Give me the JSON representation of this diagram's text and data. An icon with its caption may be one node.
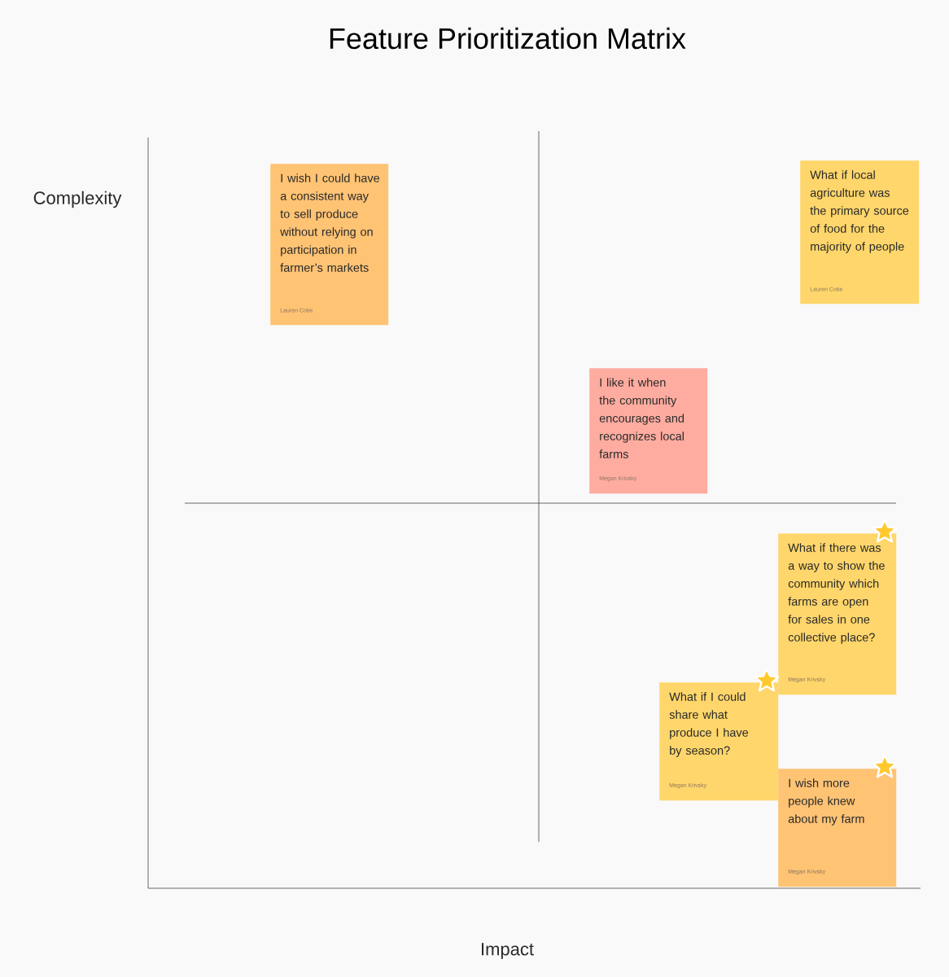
{
  "diagram": {
    "title": "Feature Prioritization Matrix",
    "nodes": [
      {
        "text": [
          "I wish I could have a consistent way to sell produce without relying on participation in farmer’s markets",
          "Lauren Cotie"
        ]
      },
      {
        "text": [
          "What if local agriculture was the primary source of food for the majority of people",
          "Lauren Cotie"
        ]
      },
      {
        "text": [
          "I like it when the community encourages and recognizes local farms",
          "Megan Krivsky"
        ]
      },
      {
        "text": [
          "What if there was a way to show the community which farms are open for sales in one collective place?",
          "Megan Krivsky"
        ]
      },
      {
        "text": [
          "What if I could share what produce I have by season?",
          "Megan Krivsky"
        ]
      },
      {
        "text": [
          "I wish more people knew about my farm",
          "Megan Krivsky"
        ]
      }
    ],
    "labels": [
      "Complexity",
      "Impact"
    ]
  }
}
